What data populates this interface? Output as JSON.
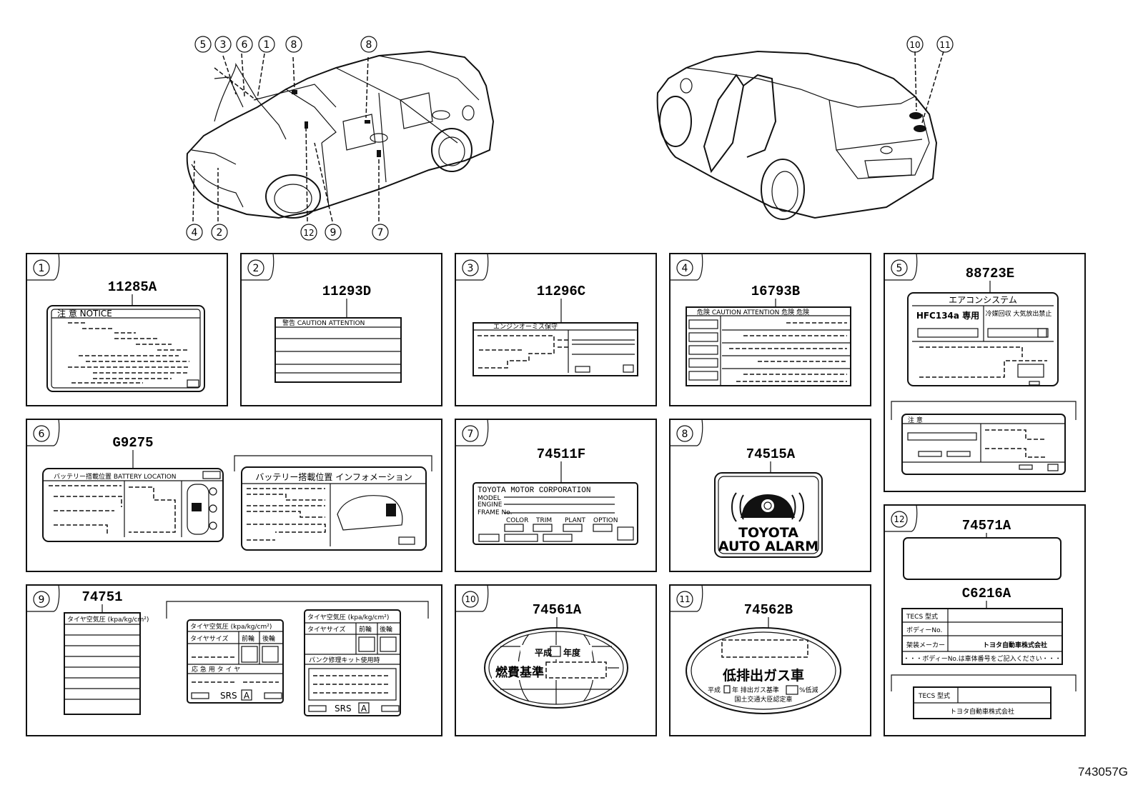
{
  "diagram_code": "743057G",
  "callouts_front": [
    "5",
    "3",
    "6",
    "1",
    "8",
    "8",
    "4",
    "2",
    "12",
    "9",
    "7"
  ],
  "callouts_rear": [
    "10",
    "11"
  ],
  "panels": {
    "p1": {
      "index": "1",
      "part": "11285A",
      "label_title": "注 意  NOTICE"
    },
    "p2": {
      "index": "2",
      "part": "11293D",
      "label_title": "警告  CAUTION  ATTENTION"
    },
    "p3": {
      "index": "3",
      "part": "11296C",
      "label_title": "エンジンオーミス保守"
    },
    "p4": {
      "index": "4",
      "part": "16793B",
      "label_title": "危険  CAUTION  ATTENTION  危険  危険"
    },
    "p5": {
      "index": "5",
      "part": "88723E",
      "title": "エアコンシステム",
      "refrigerant": "HFC134a 専用",
      "note": "冷媒回収 大気放出禁止",
      "sub_title": "注 意"
    },
    "p6": {
      "index": "6",
      "part": "G9275",
      "label_a_title": "バッテリー搭載位置   BATTERY LOCATION",
      "label_b_title": "バッテリー搭載位置  インフォメーション"
    },
    "p7": {
      "index": "7",
      "part": "74511F",
      "company": "TOYOTA MOTOR CORPORATION",
      "model": "MODEL",
      "engine": "ENGINE",
      "frame": "FRAME No.",
      "color": "COLOR",
      "trim": "TRIM",
      "plant": "PLANT",
      "option": "OPTION"
    },
    "p8": {
      "index": "8",
      "part": "74515A",
      "line1": "TOYOTA",
      "line2": "AUTO ALARM"
    },
    "p9": {
      "index": "9",
      "part": "74751",
      "strip_title": "タイヤ空気圧 (kpa/kg/cm²)",
      "b_title": "タイヤ空気圧 (kpa/kg/cm²)",
      "b_size": "タイヤサイズ",
      "b_front": "前輪",
      "b_rear": "後輪",
      "b_spare": "応 急 用 タ イ ヤ",
      "b_srs": "SRS",
      "b_a": "A",
      "c_title": "タイヤ空気圧 (kpa/kg/cm²)",
      "c_size": "タイヤサイズ",
      "c_front": "前輪",
      "c_rear": "後輪",
      "c_kit": "パンク修理キット使用時",
      "c_srs": "SRS",
      "c_a": "A"
    },
    "p10": {
      "index": "10",
      "part": "74561A",
      "line1": "平成",
      "line2": "年度",
      "line3": "燃費基準"
    },
    "p11": {
      "index": "11",
      "part": "74562B",
      "line1": "低排出ガス車",
      "line2": "平成",
      "line3": "年 排出ガス基準",
      "line4": "%低減",
      "line5": "国土交通大臣認定車"
    },
    "p12": {
      "index": "12",
      "part_a": "74571A",
      "part_b": "C6216A",
      "r1": "TECS 型式",
      "r2": "ボディーNo.",
      "r3": "架装メーカー",
      "r3v": "トヨタ自動車株式会社",
      "foot": "・・・ボディーNo.は車体番号をご記入ください・・・",
      "d_r1": "TECS 型式",
      "d_r2": "トヨタ自動車株式会社"
    }
  }
}
